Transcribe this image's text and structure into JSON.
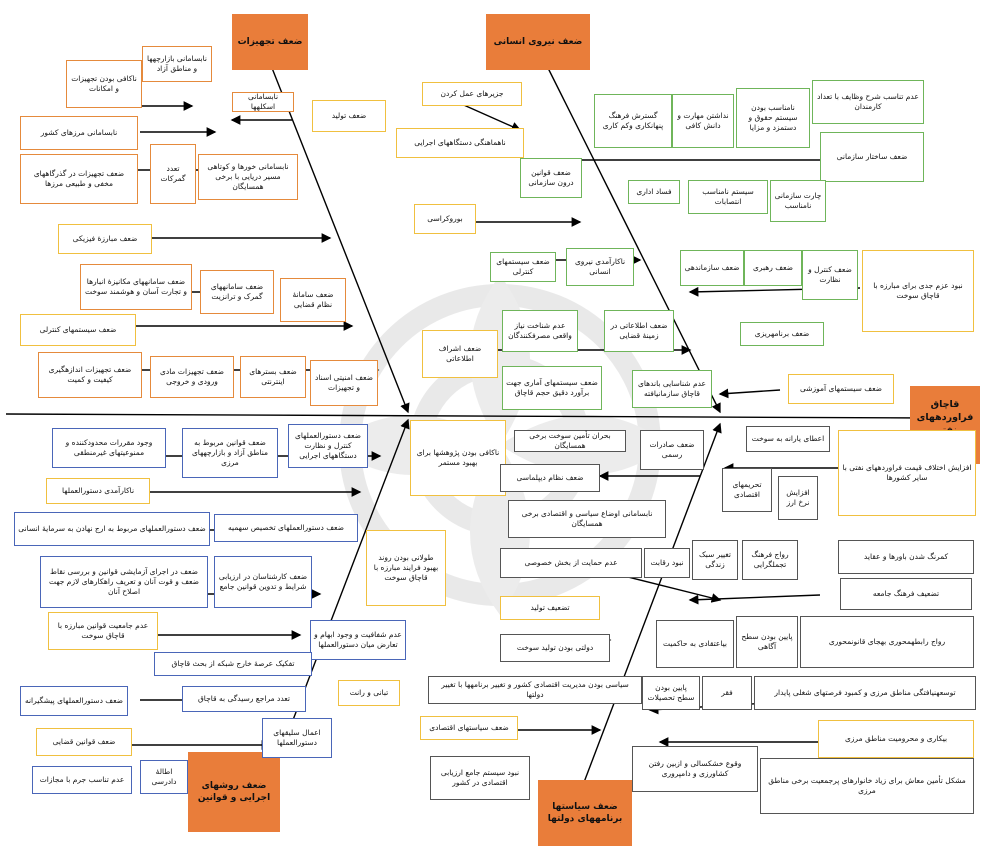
{
  "head": "قاچاق فراوردههای نفتی یارانهای",
  "categories": {
    "equipment": "ضعف تجهیزات",
    "human": "ضعف نیروی انسانی",
    "methods": "ضعف روشهای اجرایی و قوانین",
    "policy": "ضعف سیاستها برنامههای دولتها"
  },
  "equipment": {
    "b1": "ناکافی بودن تجهیزات و امکانات",
    "b2": "نابسامانی بازارچهها و مناطق آزاد",
    "b3": "نابسامانی اسکلهها",
    "b4": "ضعف تولید",
    "b5": "نابسامانی مرزهای کشور",
    "b6": "ضعف تجهیزات در گذرگاههای مخفی و طبیعی مرزها",
    "b7": "تعدد گمرکات",
    "b8": "نابسامانی خورها و کوتاهی مسیر دریایی با برخی همسایگان",
    "b9": "ضعف مبارزهٔ فیزیکی",
    "b10": "ضعف سامانههای مکانیزهٔ انبارها و تجارت آسان و هوشمند سوخت",
    "b11": "ضعف سامانههای گمرک و ترانزیت",
    "b12": "ضعف سامانهٔ نظام قضایی",
    "b13": "ضعف سیستمهای کنترلی",
    "b14": "ضعف تجهیزات اندازهگیری کیفیت و کمیت",
    "b15": "ضعف تجهیزات مادی ورودی و خروجی",
    "b16": "ضعف بسترهای اینترنتی",
    "b17": "ضعف امنیتی اسناد و تجهیزات"
  },
  "human": {
    "h1": "جزیرهای عمل کردن",
    "h2": "ناهماهنگی دستگاههای اجرایی",
    "h3": "گسترش فرهنگ پنهانکاری وکم کاری",
    "h4": "نداشتن مهارت و دانش کافی",
    "h5": "نامناسب بودن سیستم حقوق و دستمزد و مزایا",
    "h6": "عدم تناسب شرح وظایف با تعداد کارمندان",
    "h7": "ضعف قوانین درون سازمانی",
    "h8": "ضعف ساختار سازمانی",
    "h9": "فساد اداری",
    "h10": "سیستم نامناسب انتصابات",
    "h11": "چارت سازمانی نامناسب",
    "h12": "بوروکراسی",
    "h13": "ضعف سیستمهای کنترلی",
    "h14": "ناکارآمدی نیروی انسانی",
    "h15": "ضعف سازماندهی",
    "h16": "ضعف رهبری",
    "h17": "ضعف کنترل و نظارت",
    "h18": "نبود عزم جدی برای مبارزه با قاچاق سوخت",
    "h19": "ضعف برنامهریزی",
    "h20": "عدم شناخت نیاز واقعی مصرفکنندگان",
    "h21": "ضعف اطلاعاتی در زمینهٔ قضایی",
    "h22": "ضعف اشراف اطلاعاتی",
    "h23": "ضعف سیستمهای آماری جهت برآورد دقیق حجم قاچاق",
    "h24": "عدم شناسایی باندهای قاچاق سازمانیافته",
    "h25": "ضعف سیستمهای آموزشی"
  },
  "methods": {
    "m1": "وجود مقررات محدودکننده و ممنوعیتهای غیرمنطقی",
    "m2": "ضعف قوانین مربوط به مناطق آزاد و بازارچههای مرزی",
    "m3": "ضعف دستورالعملهای کنترل و نظارت دستگاههای اجرایی",
    "m4": "ناکارآمدی دستورالعملها",
    "m5": "ناکافی بودن پژوهشها برای بهبود مستمر",
    "m6": "ضعف دستورالعملهای مربوط به ارج نهادن به سرمایهٔ انسانی",
    "m7": "ضعف دستورالعملهای تخصیص سهمیه",
    "m8": "ضعف در اجرای آزمایشی قوانین و بررسی نقاط ضعف و قوت آنان و تعریف راهکارهای لازم جهت اصلاح آنان",
    "m9": "ضعف کارشناسان در ارزیابی شرایط و تدوین قوانین جامع",
    "m10": "طولانی بودن روند بهبود فرایند مبارزه با قاچاق سوخت",
    "m11": "عدم جامعیت قوانین مبارزه با قاچاق سوخت",
    "m12": "عدم شفافیت و وجود ابهام و تعارض میان دستورالعملها",
    "m13": "تفکیک عرصهٔ خارج شبکه از بحث قاچاق",
    "m14": "تبانی و رانت",
    "m15": "ضعف دستورالعملهای پیشگیرانه",
    "m16": "تعدد مراجع رسیدگی به قاچاق",
    "m17": "اعمال سلیقهای دستورالعملها",
    "m18": "ضعف قوانین قضایی",
    "m19": "عدم تناسب جرم با مجازات",
    "m20": "اطالهٔ دادرسی"
  },
  "policy": {
    "p1": "بحران تأمین سوخت برخی همسایگان",
    "p2": "ضعف صادرات رسمی",
    "p3": "اعطای یارانه به سوخت",
    "p4": "افزایش اختلاف قیمت فراوردههای نفتی با سایر کشورها",
    "p5": "ضعف نظام دیپلماسی",
    "p6": "تحریمهای اقتصادی",
    "p7": "افزایش نرخ ارز",
    "p8": "نابسامانی اوضاع سیاسی و اقتصادی برخی همسایگان",
    "p9": "عدم حمایت از بخش خصوصی",
    "p10": "نبود رقابت",
    "p11": "تغییر سبک زندگی",
    "p12": "رواج فرهنگ تجملگرایی",
    "p13": "کمرنگ شدن باورها و عقاید",
    "p14": "تضعیف تولید",
    "p15": "تضعیف فرهنگ جامعه",
    "p16": "دولتی بودن تولید سوخت",
    "p17": "بیاعتقادی به حاکمیت",
    "p18": "پایین بودن سطح آگاهی",
    "p19": "رواج رابطهمحوری بهجای قانونمحوری",
    "p20": "سیاسی بودن مدیریت اقتصادی کشور و تغییر برنامهها با تغییر دولتها",
    "p21": "پایین بودن سطح تحصیلات",
    "p22": "فقر",
    "p23": "توسعهنیافتگی مناطق مرزی و کمبود فرصتهای شغلی پایدار",
    "p24": "ضعف سیاستهای اقتصادی",
    "p25": "بیکاری و محرومیت مناطق مرزی",
    "p26": "نبود سیستم جامع ارزیابی اقتصادی در کشور",
    "p27": "وقوع خشکسالی و ازبین رفتن کشاورزی و دامپروری",
    "p28": "مشکل تأمین معاش برای زیاد خانوارهای پرجمعیت برخی مناطق مرزی"
  }
}
